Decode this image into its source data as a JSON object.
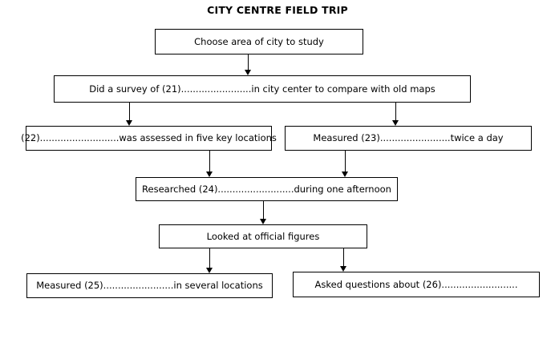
{
  "title": "CITY CENTRE FIELD TRIP",
  "boxes": [
    {
      "name": "choose-area",
      "text": "Choose area of city to study"
    },
    {
      "name": "survey-q21",
      "text": "Did a survey of (21)........................in city center to compare with old maps"
    },
    {
      "name": "q22",
      "text": "(22)...........................was assessed in five key locations"
    },
    {
      "name": "q23",
      "text": "Measured (23)........................twice a day"
    },
    {
      "name": "q24",
      "text": "Researched (24)..........................during one afternoon"
    },
    {
      "name": "official-figures",
      "text": "Looked at official figures"
    },
    {
      "name": "q25",
      "text": "Measured (25)........................in several locations"
    },
    {
      "name": "q26",
      "text": "Asked questions about (26).........................."
    }
  ],
  "colors": {
    "border": "#000000",
    "background": "#ffffff",
    "text": "#000000"
  }
}
